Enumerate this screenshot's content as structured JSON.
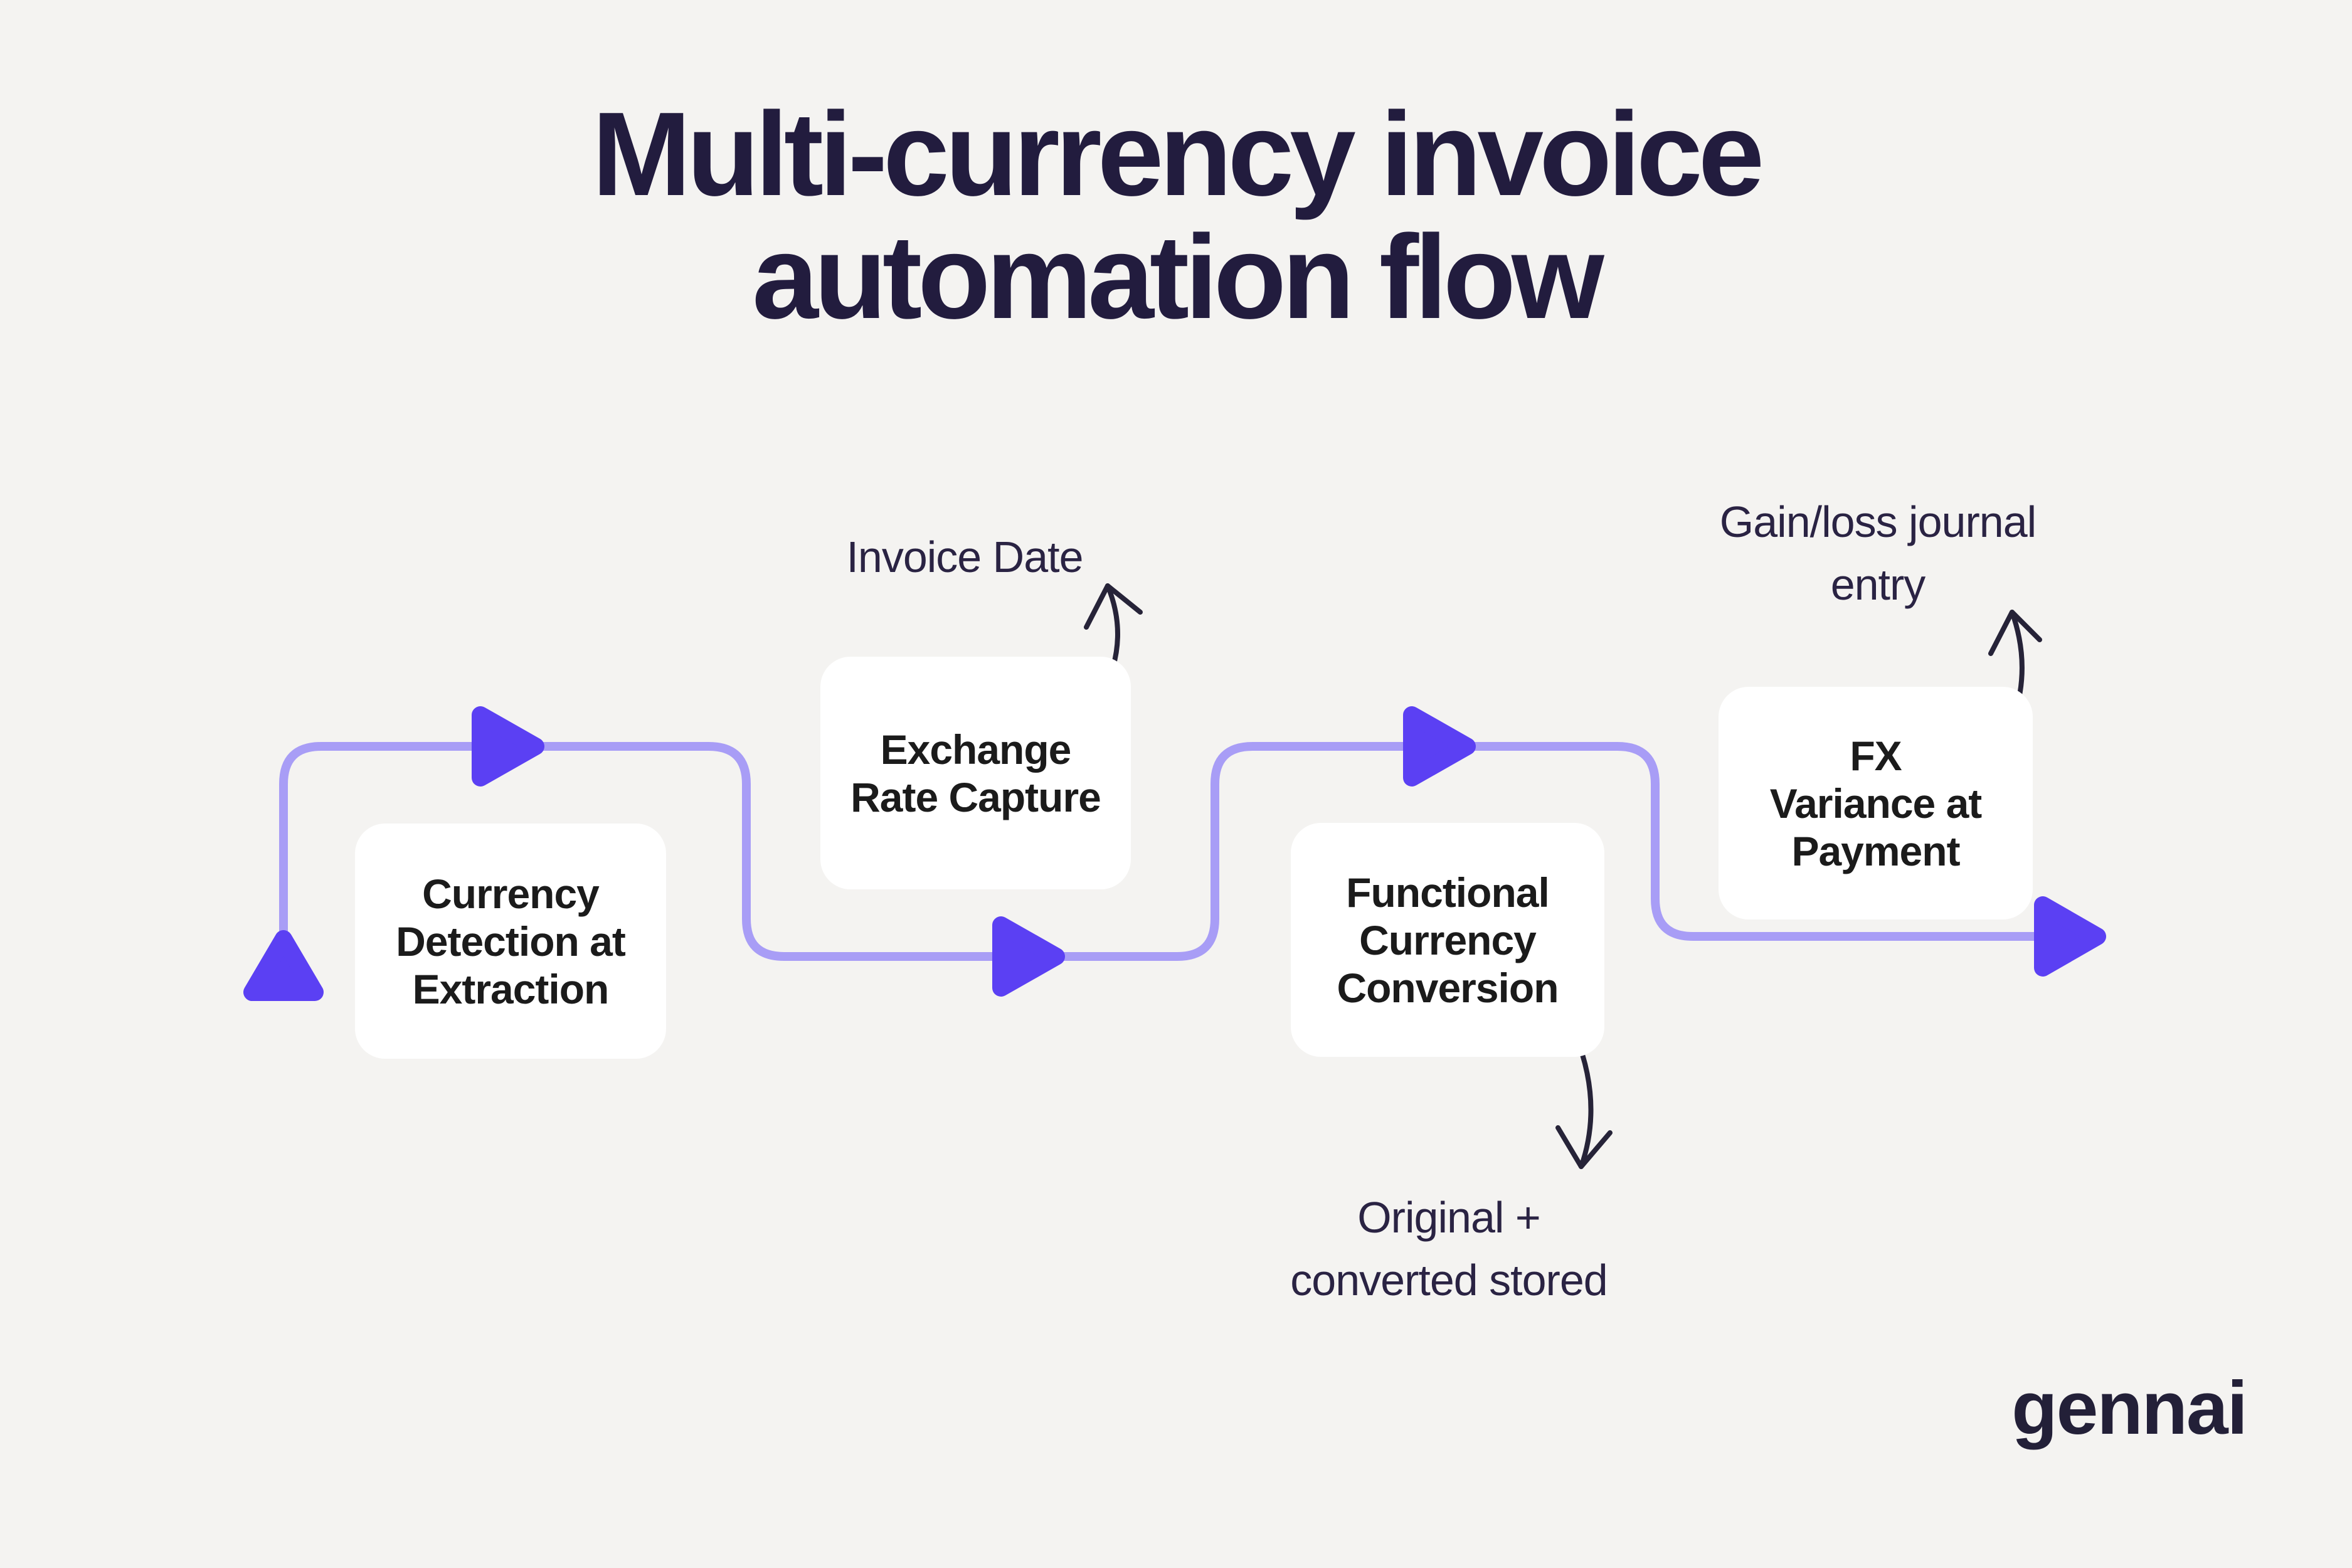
{
  "title": {
    "line1": "Multi-currency invoice",
    "line2": "automation flow"
  },
  "steps": [
    {
      "lines": [
        "Currency",
        "Detection at",
        "Extraction"
      ]
    },
    {
      "lines": [
        "Exchange",
        "Rate Capture"
      ]
    },
    {
      "lines": [
        "Functional",
        "Currency",
        "Conversion"
      ]
    },
    {
      "lines": [
        "FX",
        "Variance at",
        "Payment"
      ]
    }
  ],
  "annotations": [
    {
      "lines": [
        "Invoice Date"
      ],
      "target_step": "Exchange Rate Capture"
    },
    {
      "lines": [
        "Original +",
        "converted stored"
      ],
      "target_step": "Functional Currency Conversion"
    },
    {
      "lines": [
        "Gain/loss journal",
        "entry"
      ],
      "target_step": "FX Variance at Payment"
    }
  ],
  "logo": {
    "text": "gennai"
  },
  "icons": {
    "flow_arrowhead": "triangle-right-icon",
    "flow_start": "triangle-up-icon",
    "annotation_arrow": "curved-arrow-icon"
  },
  "colors": {
    "background": "#f4f3f1",
    "connector_line": "#a89df6",
    "arrowhead": "#5b40f3",
    "title_text": "#221c3e",
    "card_background": "#ffffff",
    "card_text": "#1b1b1b",
    "annotation_text": "#2a2343",
    "logo_text": "#232038"
  }
}
